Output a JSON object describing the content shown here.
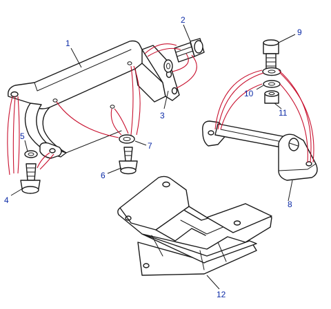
{
  "callouts": {
    "c1": "1",
    "c2": "2",
    "c3": "3",
    "c4": "4",
    "c5": "5",
    "c6": "6",
    "c7": "7",
    "c8": "8",
    "c9": "9",
    "c10": "10",
    "c11": "11",
    "c12": "12"
  },
  "colors": {
    "line": "#1a1a1a",
    "callout_text": "#0b2aa6",
    "reference_curves": "#c8102e",
    "background": "#ffffff"
  }
}
